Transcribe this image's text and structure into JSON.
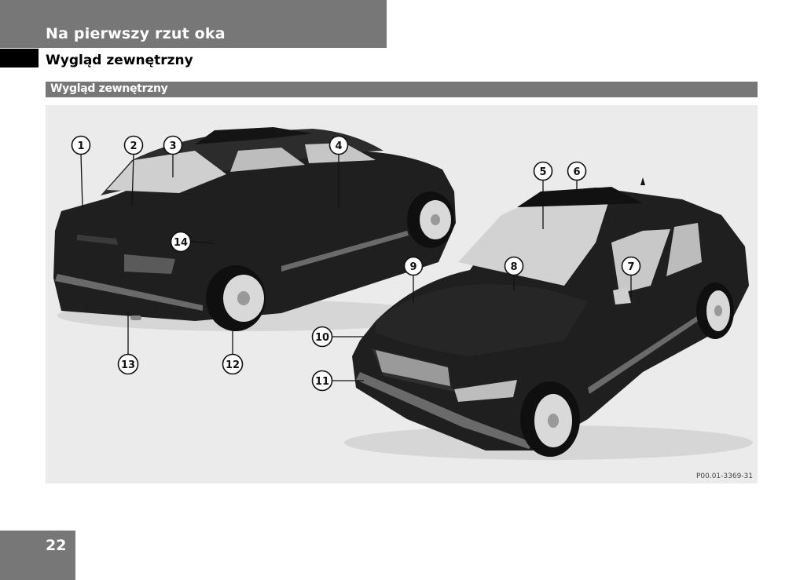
{
  "header": {
    "chapter_title": "Na pierwszy rzut oka",
    "section_title": "Wygląd zewnętrzny",
    "subsection_title": "Wygląd zewnętrzny"
  },
  "figure": {
    "code": "P00.01-3369-31",
    "callouts": [
      "1",
      "2",
      "3",
      "4",
      "5",
      "6",
      "7",
      "8",
      "9",
      "10",
      "11",
      "12",
      "13",
      "14"
    ]
  },
  "footer": {
    "page_number": "22"
  },
  "colors": {
    "header_gray": "#777777",
    "figure_background": "#ebebeb",
    "accent_black": "#000000",
    "car_body": "#1f1f1f"
  }
}
